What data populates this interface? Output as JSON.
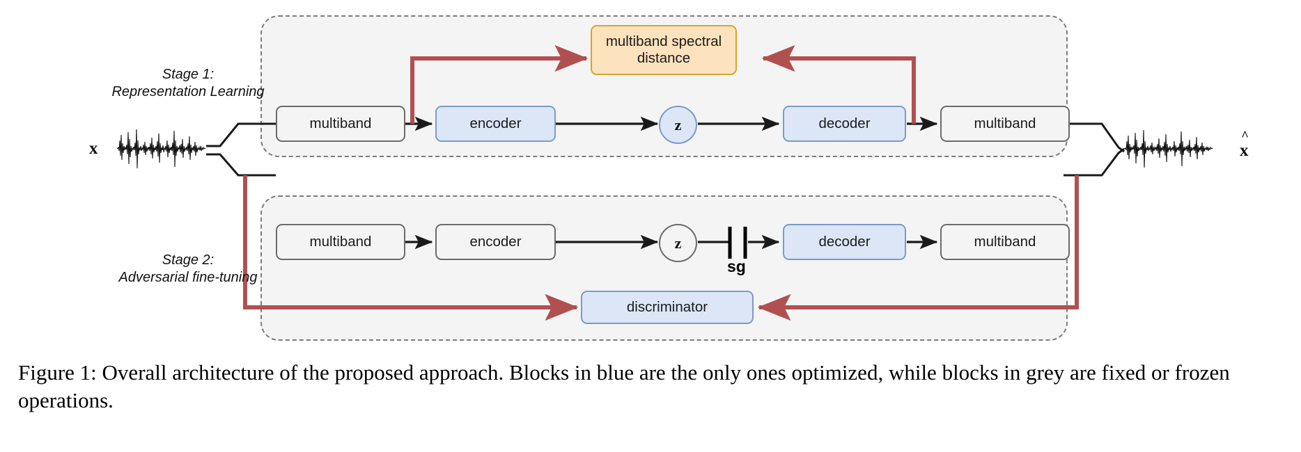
{
  "figure": {
    "caption": "Figure 1: Overall architecture of the proposed approach. Blocks in blue are the only ones optimized, while blocks in grey are fixed or frozen operations."
  },
  "colors": {
    "blue_fill": "#dce6f7",
    "blue_stroke": "#7b9bc9",
    "grey_fill": "#f4f4f4",
    "grey_stroke": "#6b6b6b",
    "orange_fill": "#fce2bd",
    "orange_stroke": "#d6a531",
    "red_arrow": "#b15050",
    "black_arrow": "#1a1a1a",
    "container_fill": "#f4f4f4",
    "container_stroke": "#7c7c7c"
  },
  "inputs": {
    "input_label": "x",
    "output_label": "x",
    "output_hat": "^",
    "input_waveform_name": "audio-waveform-input",
    "output_waveform_name": "audio-waveform-output"
  },
  "stages": [
    {
      "id": "stage-1",
      "label": "Stage 1:\nRepresentation Learning",
      "nodes": [
        {
          "id": "s1-multiband-analysis",
          "label": "multiband",
          "style": "grey"
        },
        {
          "id": "s1-encoder",
          "label": "encoder",
          "style": "blue"
        },
        {
          "id": "s1-latent",
          "label": "z",
          "style": "blue",
          "shape": "circle"
        },
        {
          "id": "s1-decoder",
          "label": "decoder",
          "style": "blue"
        },
        {
          "id": "s1-multiband-synthesis",
          "label": "multiband",
          "style": "grey"
        },
        {
          "id": "s1-loss",
          "label": "multiband spectral distance",
          "style": "orange"
        }
      ]
    },
    {
      "id": "stage-2",
      "label": "Stage 2:\nAdversarial fine-tuning",
      "nodes": [
        {
          "id": "s2-multiband-analysis",
          "label": "multiband",
          "style": "grey"
        },
        {
          "id": "s2-encoder",
          "label": "encoder",
          "style": "grey"
        },
        {
          "id": "s2-latent",
          "label": "z",
          "style": "grey",
          "shape": "circle"
        },
        {
          "id": "s2-stopgrad",
          "label": "sg",
          "style": "marker"
        },
        {
          "id": "s2-decoder",
          "label": "decoder",
          "style": "blue"
        },
        {
          "id": "s2-multiband-synthesis",
          "label": "multiband",
          "style": "grey"
        },
        {
          "id": "s2-discriminator",
          "label": "discriminator",
          "style": "blue"
        }
      ]
    }
  ]
}
